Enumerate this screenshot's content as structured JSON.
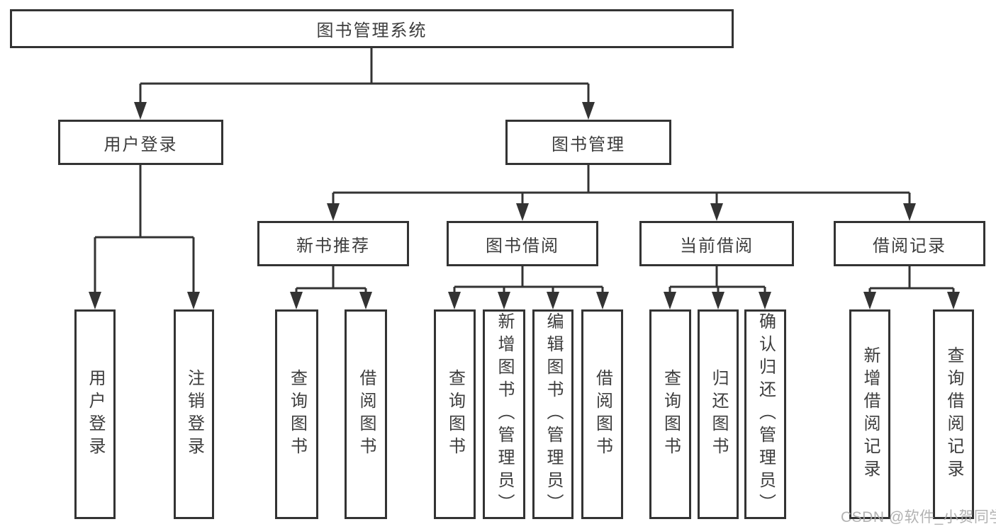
{
  "diagram": {
    "root": {
      "label": "图书管理系统",
      "children": [
        {
          "label": "用户登录",
          "children": [
            {
              "label": "用户登录"
            },
            {
              "label": "注销登录"
            }
          ]
        },
        {
          "label": "图书管理",
          "children": [
            {
              "label": "新书推荐",
              "children": [
                {
                  "label": "查询图书"
                },
                {
                  "label": "借阅图书"
                }
              ]
            },
            {
              "label": "图书借阅",
              "children": [
                {
                  "label": "查询图书"
                },
                {
                  "label": "新增图书（管理员）"
                },
                {
                  "label": "编辑图书（管理员）"
                },
                {
                  "label": "借阅图书"
                }
              ]
            },
            {
              "label": "当前借阅",
              "children": [
                {
                  "label": "查询图书"
                },
                {
                  "label": "归还图书"
                },
                {
                  "label": "确认归还（管理员）"
                }
              ]
            },
            {
              "label": "借阅记录",
              "children": [
                {
                  "label": "新增借阅记录"
                },
                {
                  "label": "查询借阅记录"
                }
              ]
            }
          ]
        }
      ]
    }
  },
  "watermark": {
    "text": "CSDN @软件_小贺同学"
  },
  "colors": {
    "line": "#333333",
    "box_border": "#333333",
    "text": "#3d3d3d",
    "watermark": "#aaaaaa",
    "background": "#ffffff"
  }
}
